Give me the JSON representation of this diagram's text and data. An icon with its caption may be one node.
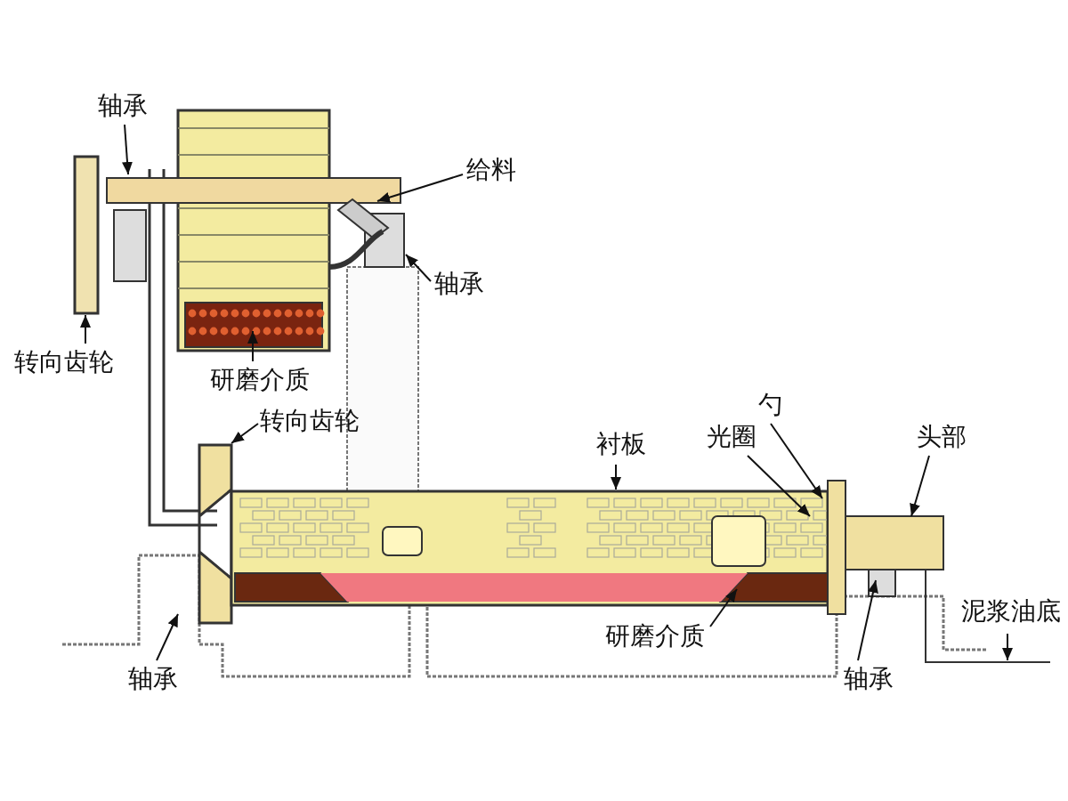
{
  "diagram": {
    "nodes": [
      {
        "text": [
          "轴承"
        ]
      },
      {
        "text": [
          "给料"
        ]
      },
      {
        "text": [
          "轴承"
        ]
      },
      {
        "text": [
          "转向齿轮"
        ]
      },
      {
        "text": [
          "研磨介质"
        ]
      },
      {
        "text": [
          "转向齿轮"
        ]
      },
      {
        "text": [
          "衬板"
        ]
      },
      {
        "text": [
          "勺"
        ]
      },
      {
        "text": [
          "光圈"
        ]
      },
      {
        "text": [
          "头部"
        ]
      },
      {
        "text": [
          "泥浆油底"
        ]
      },
      {
        "text": [
          "研磨介质"
        ]
      },
      {
        "text": [
          "轴承"
        ]
      },
      {
        "text": [
          "轴承"
        ]
      }
    ],
    "edges": [
      {
        "from": 0,
        "to": null,
        "arrow": "to"
      },
      {
        "from": 1,
        "to": null,
        "arrow": "to"
      },
      {
        "from": 2,
        "to": null,
        "arrow": "to"
      },
      {
        "from": 3,
        "to": null,
        "arrow": "to"
      },
      {
        "from": 4,
        "to": null,
        "arrow": "to"
      },
      {
        "from": 5,
        "to": null,
        "arrow": "to"
      },
      {
        "from": 6,
        "to": null,
        "arrow": "to"
      },
      {
        "from": 7,
        "to": null,
        "arrow": "to"
      },
      {
        "from": 8,
        "to": null,
        "arrow": "to"
      },
      {
        "from": 9,
        "to": null,
        "arrow": "to"
      },
      {
        "from": 10,
        "to": null,
        "arrow": "to"
      },
      {
        "from": 11,
        "to": null,
        "arrow": "to"
      },
      {
        "from": 12,
        "to": null,
        "arrow": "to"
      },
      {
        "from": 13,
        "to": null,
        "arrow": "to"
      }
    ]
  }
}
